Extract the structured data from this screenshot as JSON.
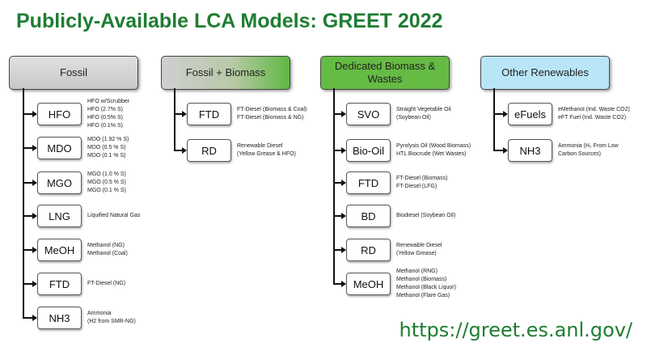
{
  "title": "Publicly-Available LCA Models: GREET 2022",
  "url": "https://greet.es.anl.gov/",
  "columns": [
    {
      "category": "Fossil",
      "nodes": [
        {
          "label": "HFO",
          "details": [
            "HFO w/Scrubber",
            "HFO (2.7% S)",
            "HFO (0.5% S)",
            "HFO (0.1% S)"
          ]
        },
        {
          "label": "MDO",
          "details": [
            "MDO (1.92 % S)",
            "MDO (0.5 % S)",
            "MDO (0.1 % S)"
          ]
        },
        {
          "label": "MGO",
          "details": [
            "MGO (1.0 % S)",
            "MGO (0.5 % S)",
            "MGO (0.1 % S)"
          ]
        },
        {
          "label": "LNG",
          "details": [
            "Liquified Natural Gas"
          ]
        },
        {
          "label": "MeOH",
          "details": [
            "Methanol (NG)",
            "Methanol (Coal)"
          ]
        },
        {
          "label": "FTD",
          "details": [
            "FT-Diesel (NG)"
          ]
        },
        {
          "label": "NH3",
          "details": [
            "Ammonia",
            "(H2 from SMR-NG)"
          ]
        }
      ]
    },
    {
      "category": "Fossil + Biomass",
      "nodes": [
        {
          "label": "FTD",
          "details": [
            "FT-Diesel (Biomass & Coal)",
            "FT-Diesel (Biomass & NG)"
          ]
        },
        {
          "label": "RD",
          "details": [
            "Renewable Diesel",
            "(Yellow Grease & HFO)"
          ]
        }
      ]
    },
    {
      "category": "Dedicated Biomass & Wastes",
      "nodes": [
        {
          "label": "SVO",
          "details": [
            "Straight Vegetable Oil",
            "(Soybean Oil)"
          ]
        },
        {
          "label": "Bio-Oil",
          "details": [
            "Pyrolysis Oil (Wood Biomass)",
            "HTL Biocrude (Wet Wastes)"
          ]
        },
        {
          "label": "FTD",
          "details": [
            "FT-Diesel (Biomass)",
            "FT-Diesel (LFG)"
          ]
        },
        {
          "label": "BD",
          "details": [
            "Biodiesel (Soybean Oil)"
          ]
        },
        {
          "label": "RD",
          "details": [
            "Renewable Diesel",
            "(Yellow Grease)"
          ]
        },
        {
          "label": "MeOH",
          "details": [
            "Methanol (RNG)",
            "Methanol (Biomass)",
            "Methanol (Black Liquor)",
            "Methanol (Flare Gas)"
          ]
        }
      ]
    },
    {
      "category": "Other Renewables",
      "nodes": [
        {
          "label": "eFuels",
          "details": [
            "eMethanol (Ind. Waste CO2)",
            "eFT Fuel  (Ind. Waste CO2)"
          ]
        },
        {
          "label": "NH3",
          "details": [
            "Ammonia (H₂ From Low",
            "Carbon Sources)"
          ]
        }
      ]
    }
  ]
}
